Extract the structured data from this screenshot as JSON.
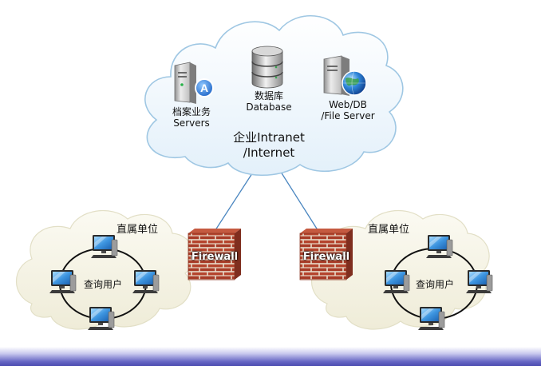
{
  "cloud": {
    "title_line1": "企业Intranet",
    "title_line2": "/Internet",
    "servers": [
      {
        "label_line1": "档案业务",
        "label_line2": "Servers",
        "icon": "app-server-icon"
      },
      {
        "label_line1": "数据库",
        "label_line2": "Database",
        "icon": "database-icon"
      },
      {
        "label_line1": "Web/DB",
        "label_line2": "/File Server",
        "icon": "web-server-icon"
      }
    ]
  },
  "firewalls": [
    {
      "label": "Firewall",
      "icon": "brick-wall-icon"
    },
    {
      "label": "Firewall",
      "icon": "brick-wall-icon"
    }
  ],
  "sites": [
    {
      "title": "直属单位",
      "center_label": "查询用户",
      "computers": 4
    },
    {
      "title": "直属单位",
      "center_label": "查询用户",
      "computers": 4
    }
  ],
  "colors": {
    "cloud_fill": "#eaf4fb",
    "cloud_stroke": "#9fc7e3",
    "site_fill": "#f5f4e6",
    "link_line": "#4a86c0",
    "brick": "#b5452e",
    "footer_bar": "#4b4bb0"
  }
}
